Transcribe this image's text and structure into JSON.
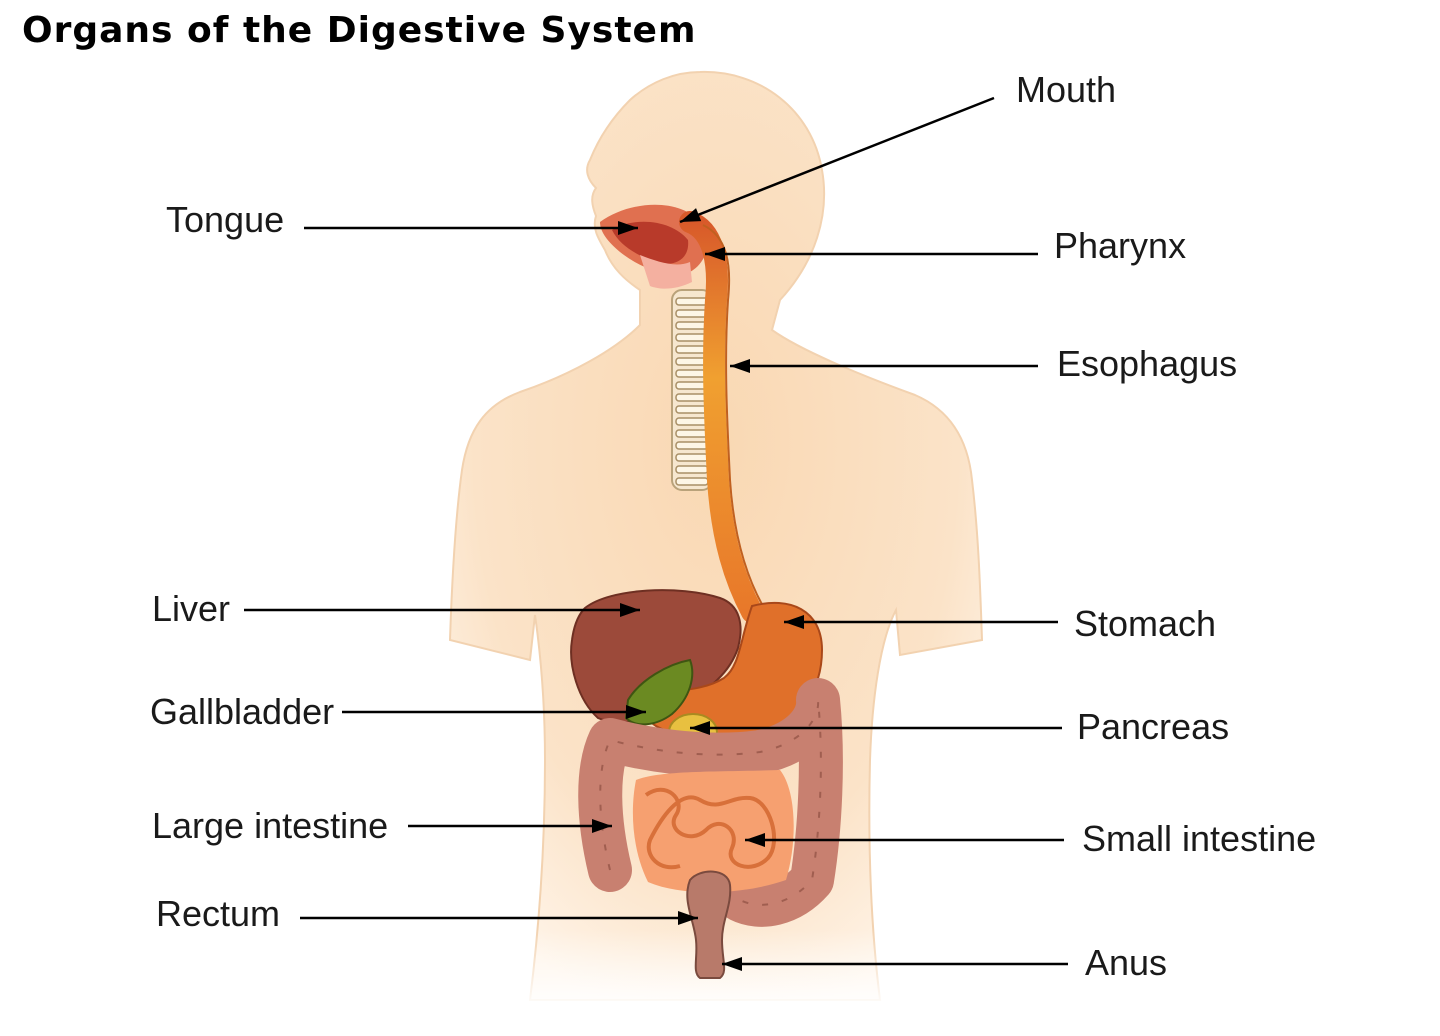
{
  "title": "Organs of the Digestive System",
  "labels": {
    "mouth": "Mouth",
    "tongue": "Tongue",
    "pharynx": "Pharynx",
    "esophagus": "Esophagus",
    "liver": "Liver",
    "stomach": "Stomach",
    "gallbladder": "Gallbladder",
    "pancreas": "Pancreas",
    "large_intestine": "Large intestine",
    "small_intestine": "Small intestine",
    "rectum": "Rectum",
    "anus": "Anus"
  },
  "colors": {
    "skin": "#fbe3c8",
    "esophagus": "#f0a030",
    "stomach": "#e0702a",
    "liver": "#9c4a3a",
    "gallbladder": "#6b8a22",
    "pancreas": "#e8c040",
    "small_intestine": "#f09060",
    "large_intestine": "#c88070",
    "tongue": "#b83a2a",
    "leader_line": "#000000"
  }
}
